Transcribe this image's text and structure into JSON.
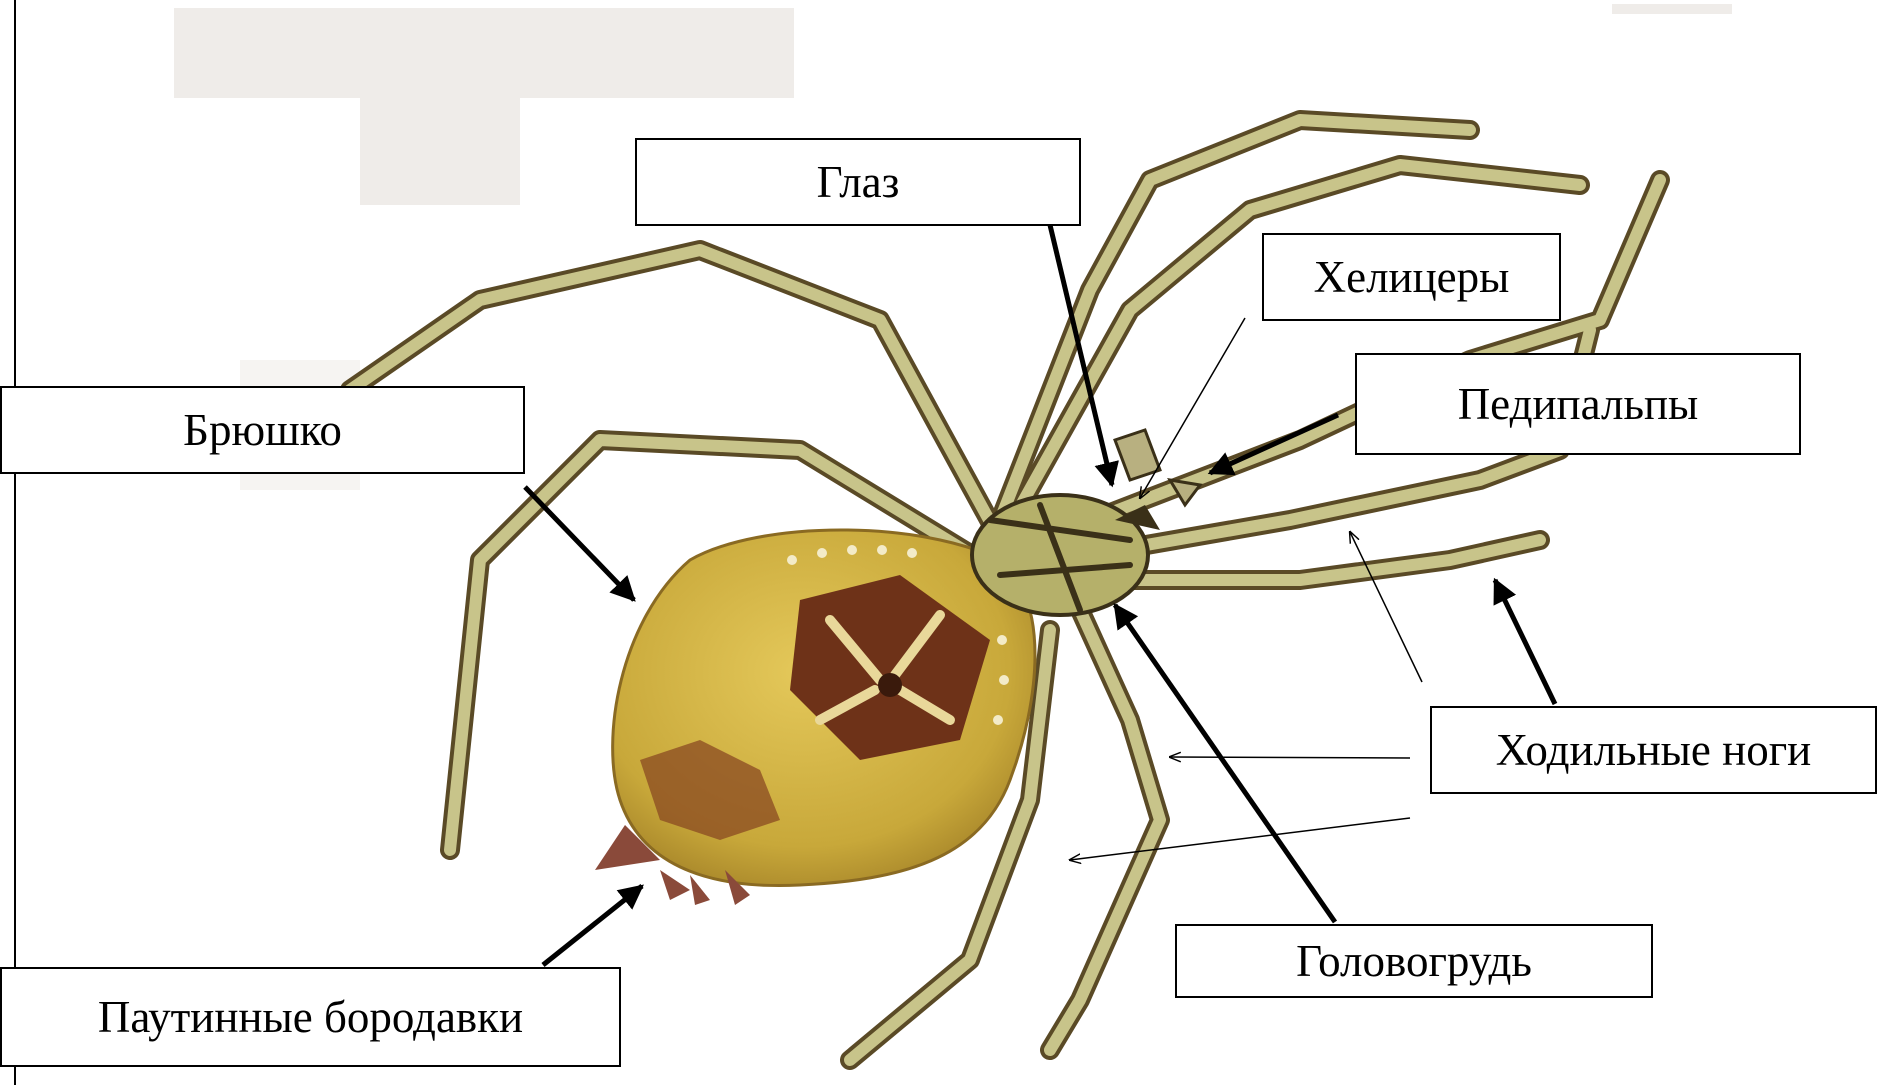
{
  "labels": {
    "eye": "Глаз",
    "chelicerae": "Хелицеры",
    "pedipalps": "Педипальпы",
    "abdomen": "Брюшко",
    "walking_legs": "Ходильные ноги",
    "cephalothorax": "Головогрудь",
    "spinnerets": "Паутинные бородавки"
  },
  "colors": {
    "body": "#d2b440",
    "body_dark": "#b98f2a",
    "leg": "#c8c48a",
    "leg_dark": "#5a4a26",
    "pattern_brown": "#6e3218",
    "spinneret": "#8a4a3a",
    "ghost": "#ece9e6"
  }
}
